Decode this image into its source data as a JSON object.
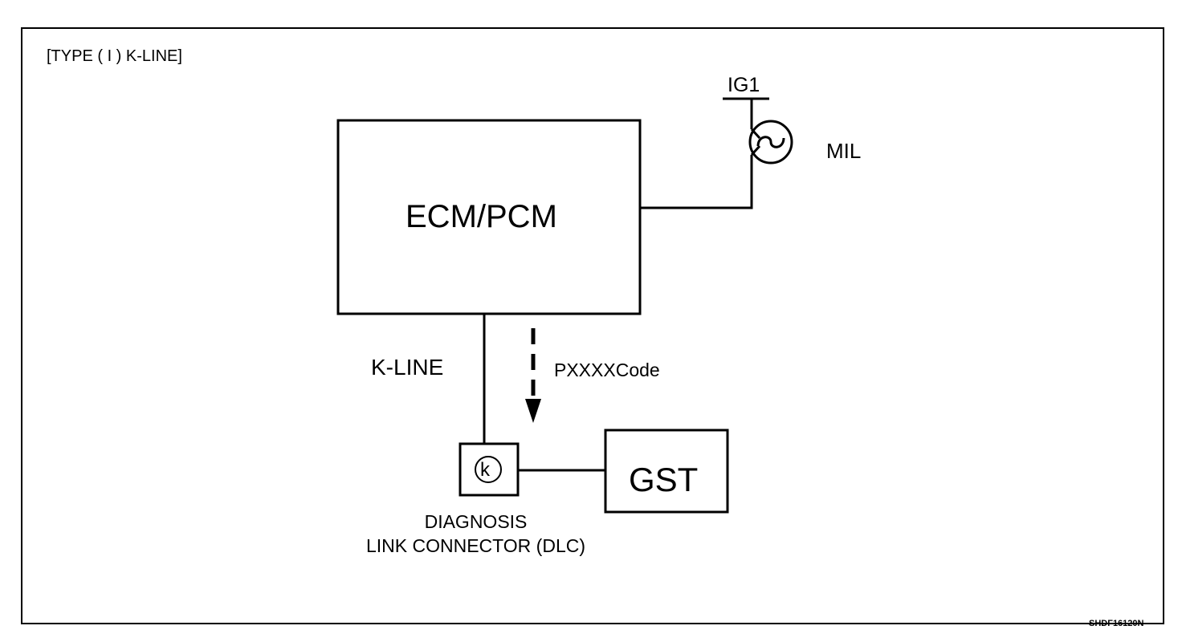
{
  "type_label": "[TYPE ( I ) K-LINE]",
  "ig1": "IG1",
  "mil": "MIL",
  "ecm_pcm": "ECM/PCM",
  "k_line": "K-LINE",
  "code": "PXXXXCode",
  "gst": "GST",
  "dlc_line1": "DIAGNOSIS",
  "dlc_line2": "LINK CONNECTOR (DLC)",
  "dlc_symbol": "k",
  "ref_code": "SHDF16120N",
  "colors": {
    "line": "#000000",
    "background": "#ffffff"
  }
}
